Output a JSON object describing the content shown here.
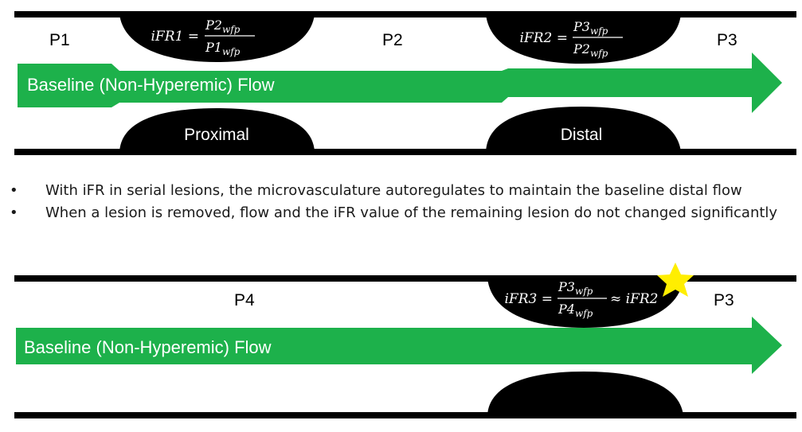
{
  "top": {
    "pressure_labels": [
      "P1",
      "P2",
      "P3"
    ],
    "flow_label": "Baseline (Non-Hyperemic) Flow",
    "lesion_labels": {
      "proximal": "Proximal",
      "distal": "Distal"
    },
    "formula_ifr1": {
      "lhs": "iFR1 =",
      "num": "P2",
      "den": "P1",
      "sub": "wfp"
    },
    "formula_ifr2": {
      "lhs": "iFR2 =",
      "num": "P3",
      "den": "P2",
      "sub": "wfp"
    }
  },
  "bullets": [
    "With iFR in serial lesions, the microvasculature autoregulates to maintain the baseline distal flow",
    "When a lesion is removed, flow  and the iFR value of the remaining lesion do not changed significantly"
  ],
  "bottom": {
    "pressure_labels": [
      "P4",
      "P3"
    ],
    "flow_label": "Baseline (Non-Hyperemic) Flow",
    "formula_ifr3": {
      "lhs": "iFR3 =",
      "num": "P3",
      "den": "P4",
      "sub": "wfp",
      "approx": "≈ iFR2"
    }
  },
  "colors": {
    "arrow": "#1db14b",
    "vessel": "#000000",
    "star": "#ffee00"
  }
}
